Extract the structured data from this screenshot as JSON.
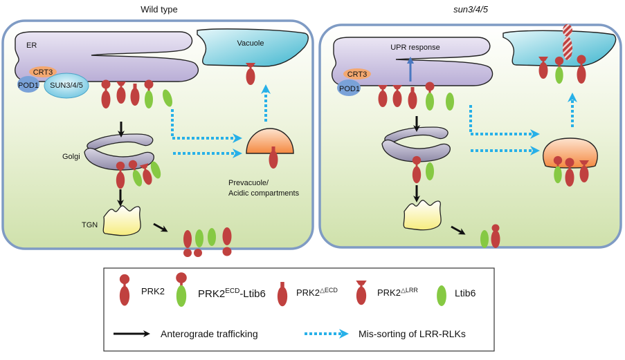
{
  "panels": {
    "wild_type": {
      "title": "Wild type",
      "er_label": "ER",
      "crt3_label": "CRT3",
      "pod1_label": "POD1",
      "sun_label": "SUN3/4/5",
      "vacuole_label": "Vacuole",
      "golgi_label": "Golgi",
      "tgn_label": "TGN",
      "prevacuole_line1": "Prevacuole/",
      "prevacuole_line2": "Acidic compartments"
    },
    "mutant": {
      "title": "sun3/4/5",
      "upr_label": "UPR response",
      "crt3_label": "CRT3",
      "pod1_label": "POD1"
    }
  },
  "legend": {
    "prk2": "PRK2",
    "prk2_ecd_ltib6_base": "PRK2",
    "prk2_ecd_ltib6_sup": "ECD",
    "prk2_ecd_ltib6_suffix": "-Ltib6",
    "prk2_delta_ecd_base": "PRK2",
    "prk2_delta_ecd_sup": "△ECD",
    "prk2_delta_lrr_base": "PRK2",
    "prk2_delta_lrr_sup": "△LRR",
    "ltib6": "Ltib6",
    "anterograde": "Anterograde trafficking",
    "missorting": "Mis-sorting of LRR-RLKs"
  },
  "colors": {
    "protein_red": "#c0413f",
    "ltib6_green": "#86c943",
    "cell_border": "#7f9bc4",
    "cell_fill_top": "#ffffff",
    "cell_fill_bottom": "#d3e4b1",
    "er_fill": "#cdc4e0",
    "golgi_fill": "#b8b4c8",
    "vacuole_fill": "#5cc4d6",
    "prevacuole_fill": "#f59a5c",
    "tgn_fill": "#fbf5a0",
    "crt3_fill": "#f4a870",
    "pod1_fill": "#7aa2d8",
    "sun_fill": "#8fd4e8",
    "missort_arrow": "#27b0e8",
    "upr_arrow": "#4a78c0"
  }
}
